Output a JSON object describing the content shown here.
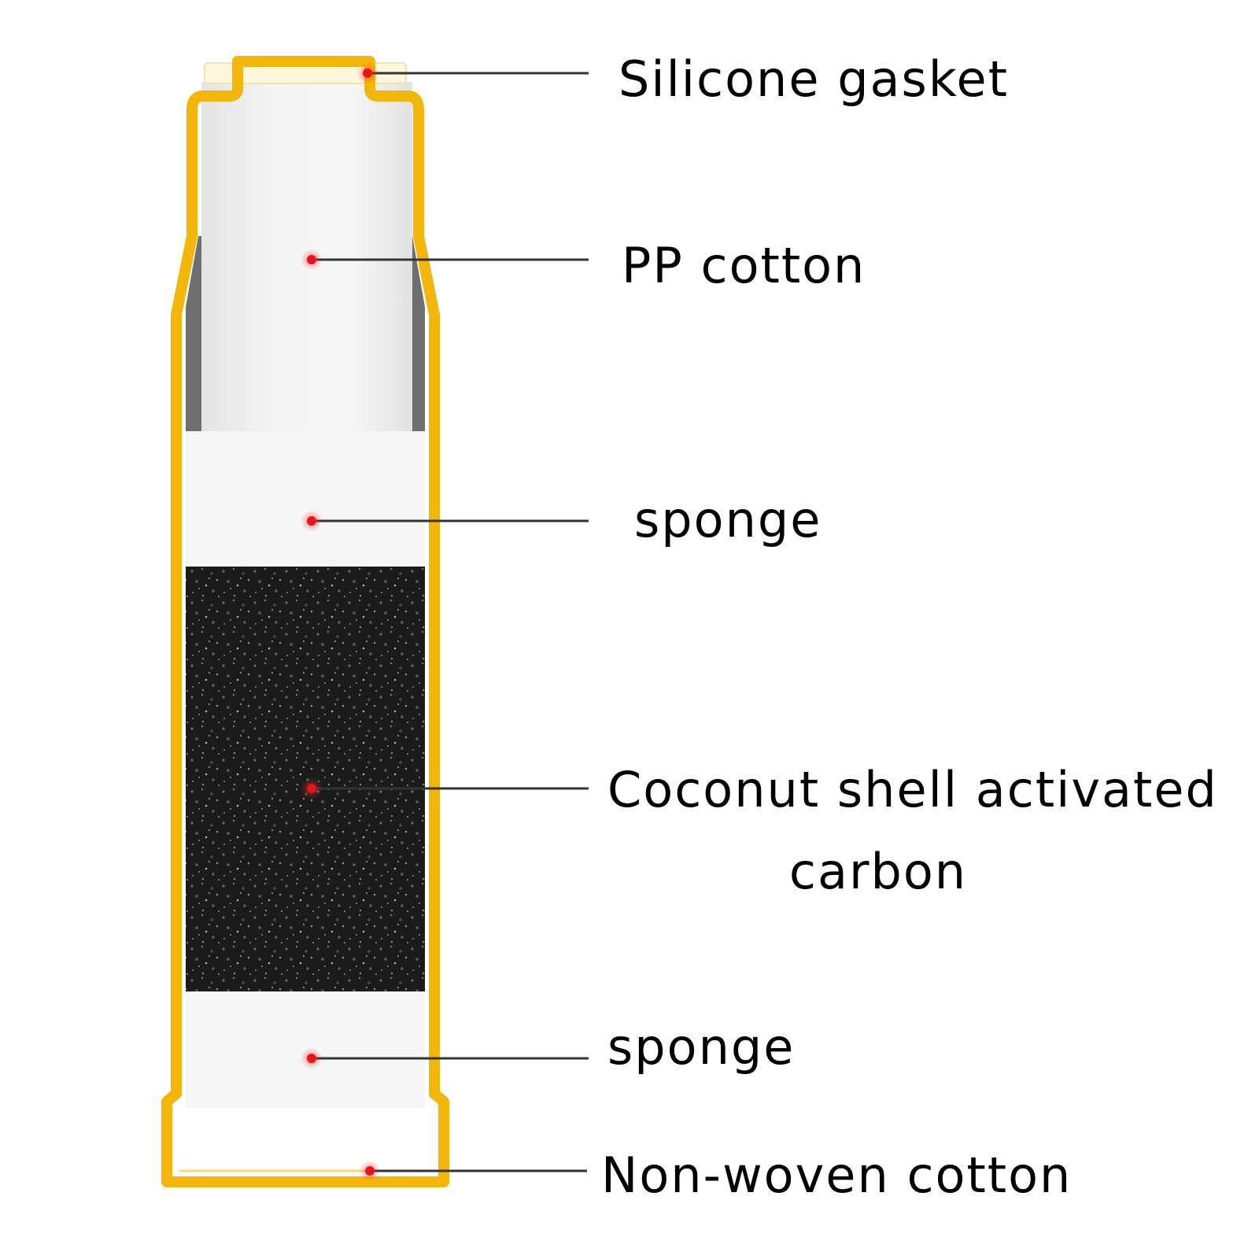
{
  "labels": {
    "silicone_gasket": "Silicone gasket",
    "pp_cotton": "PP cotton",
    "sponge_top": "sponge",
    "carbon_line1": "Coconut shell activated",
    "carbon_line2": "carbon",
    "sponge_bottom": "sponge",
    "non_woven": "Non-woven cotton"
  },
  "colors": {
    "casing": "#F3B60A",
    "marker": "#E8141B",
    "leader": "#333333",
    "carbon": "#1A1A1A",
    "sponge": "#F6F6F6",
    "pp_cotton": "#EDEDED",
    "inner_shadow": "#6F6F6F"
  }
}
